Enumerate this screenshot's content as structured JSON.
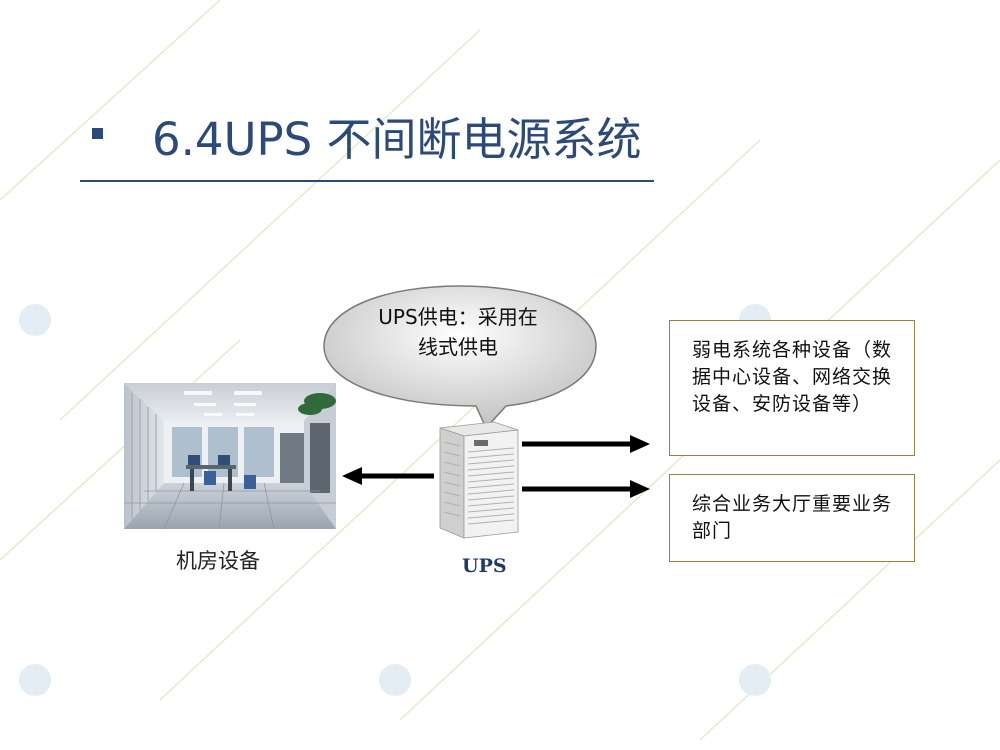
{
  "title": "6.4UPS 不间断电源系统",
  "bubble": {
    "line1": "UPS供电：采用在",
    "line2": "线式供电"
  },
  "server_room": {
    "label": "机房设备"
  },
  "ups": {
    "label": "UPS"
  },
  "boxes": [
    {
      "text": "弱电系统各种设备（数据中心设备、网络交换设备、安防设备等）"
    },
    {
      "text": "综合业务大厅重要业务部门"
    }
  ],
  "colors": {
    "title": "#2c4a79",
    "box_border": "#9a8245",
    "arrow": "#000000"
  }
}
